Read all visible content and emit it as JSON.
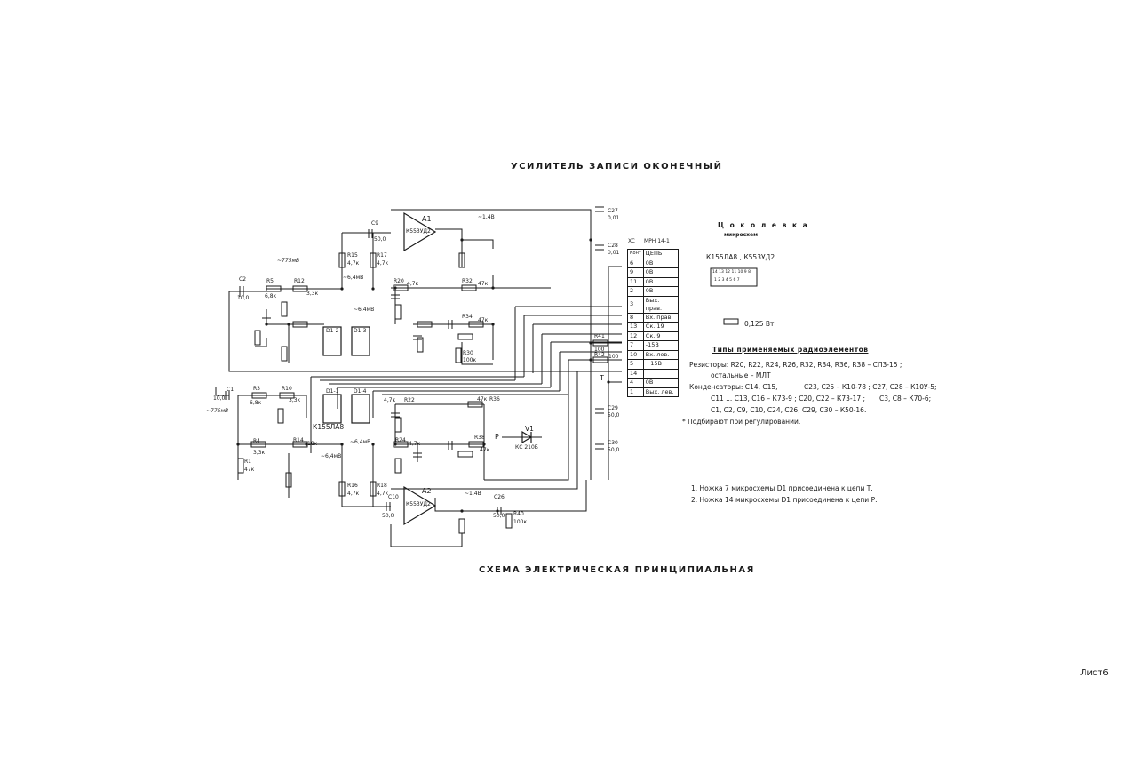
{
  "title": "Усилитель записи оконечный",
  "caption": "Схема электрическая принципиальная",
  "sheet_label": "Лист6",
  "connector": {
    "header_xc": "XC",
    "header_type": "МРН 14-1",
    "col_contact": "Конт",
    "col_circuit": "ЦЕПЬ",
    "rows": [
      {
        "pin": "6",
        "net": "0В"
      },
      {
        "pin": "9",
        "net": "0В"
      },
      {
        "pin": "11",
        "net": "0В"
      },
      {
        "pin": "2",
        "net": "0В"
      },
      {
        "pin": "3",
        "net": "Вых. прав."
      },
      {
        "pin": "8",
        "net": "Вх. прав."
      },
      {
        "pin": "13",
        "net": "Ск. 19"
      },
      {
        "pin": "12",
        "net": "Ск. 9"
      },
      {
        "pin": "7",
        "net": "-15В"
      },
      {
        "pin": "10",
        "net": "Вх. лев."
      },
      {
        "pin": "5",
        "net": "+15В"
      },
      {
        "pin": "14",
        "net": ""
      },
      {
        "pin": "4",
        "net": "0В"
      },
      {
        "pin": "1",
        "net": "Вых. лев."
      }
    ]
  },
  "pinout": {
    "title_line1": "Ц о к о л е в к а",
    "title_line2": "микросхем",
    "chips": "К155ЛА8 ,  К553УД2",
    "pins_top": "14 13 12 11 10 9 8",
    "pins_bottom": "1 2 3 4 5 6 7"
  },
  "resistor_rating": "0,125 Вт",
  "elements_heading": "Типы применяемых радиоэлементов",
  "element_lines": [
    "Резисторы: R20, R22, R24, R26, R32, R34, R36, R38 – СП3-15 ;",
    "остальные – МЛТ",
    "Конденсаторы: С14, С15,",
    "С23, С25 – К10-78 ;  С27, С28 – К10У-5;",
    "С11 ... С13, С16 – К73-9 ;  С20, С22 – К73-17 ;",
    "С3, С8 – К70-6;",
    "С1, С2, С9, С10, С24, С26, С29, С30 – К50-16.",
    "* Подбирают при регулировании."
  ],
  "notes": [
    "1. Ножка 7 микросхемы D1 присоединена к цепи Т.",
    "2. Ножка 14 микросхемы D1 присоединена к цепи Р."
  ],
  "components": {
    "A1": "А1",
    "A1_type": "К553УД2",
    "A2": "А2",
    "A2_type": "К553УД2",
    "D1_1": "D1-1",
    "D1_2": "D1-2",
    "D1_3": "D1-3",
    "D1_4": "D1-4",
    "D1_type": "К155ЛА8",
    "V1": "V1",
    "V1_type": "КС 210Б",
    "C1": "С1",
    "C1_val": "10,0",
    "C2": "С2",
    "C2_val": "10,0",
    "C27": "С27",
    "C27_val": "0,01",
    "C28": "С28",
    "C28_val": "0,01",
    "C29": "С29",
    "C29_val": "50,0",
    "C30": "С30",
    "C30_val": "50,0",
    "C9": "С9",
    "C9_val": "50,0",
    "C10": "С10",
    "C10_val": "50,0",
    "C26": "С26",
    "C26_val": "50,0",
    "R5": "R5",
    "R5_val": "6,8к",
    "R12": "R12",
    "R12_val": "3,3к",
    "R15": "R15",
    "R15_val": "4,7к",
    "R17": "R17",
    "R17_val": "4,7к",
    "R20": "R20",
    "R20_val": "4,7к",
    "R32": "R32",
    "R32_val": "47к",
    "R34": "R34",
    "R34_val": "47к",
    "R30": "R30",
    "R30_val": "100к",
    "R41": "R41",
    "R41_val": "100",
    "R42": "R42",
    "R42_val": "100",
    "R3": "R3",
    "R3_val": "6,8к",
    "R10": "R10",
    "R10_val": "3,3к",
    "R4": "R4",
    "R4_val": "3,3к",
    "R14": "R14",
    "R14_val": "18к",
    "R1": "R1",
    "R1_val": "47к",
    "R16": "R16",
    "R16_val": "4,7к",
    "R18": "R18",
    "R18_val": "4,7к",
    "R36": "R36",
    "R36_val": "47к",
    "R38": "R38",
    "R38_val": "47к",
    "R40": "R40",
    "R40_val": "100к",
    "R22": "R22",
    "R22_val": "4,7к",
    "R24": "R24",
    "R24_val": "4,7к"
  },
  "level_marks": {
    "in_right": "~775мВ",
    "in_left": "~775мВ",
    "mid_1": "~6,4мВ",
    "mid_2": "~6,4мВ",
    "mid_3": "~6,4мВ",
    "mid_4": "~6,4мВ",
    "out_1": "~1,4В",
    "out_2": "~1,4В"
  },
  "net_labels": {
    "T": "Т",
    "P": "Р",
    "plus": "+",
    "minus": "-"
  }
}
